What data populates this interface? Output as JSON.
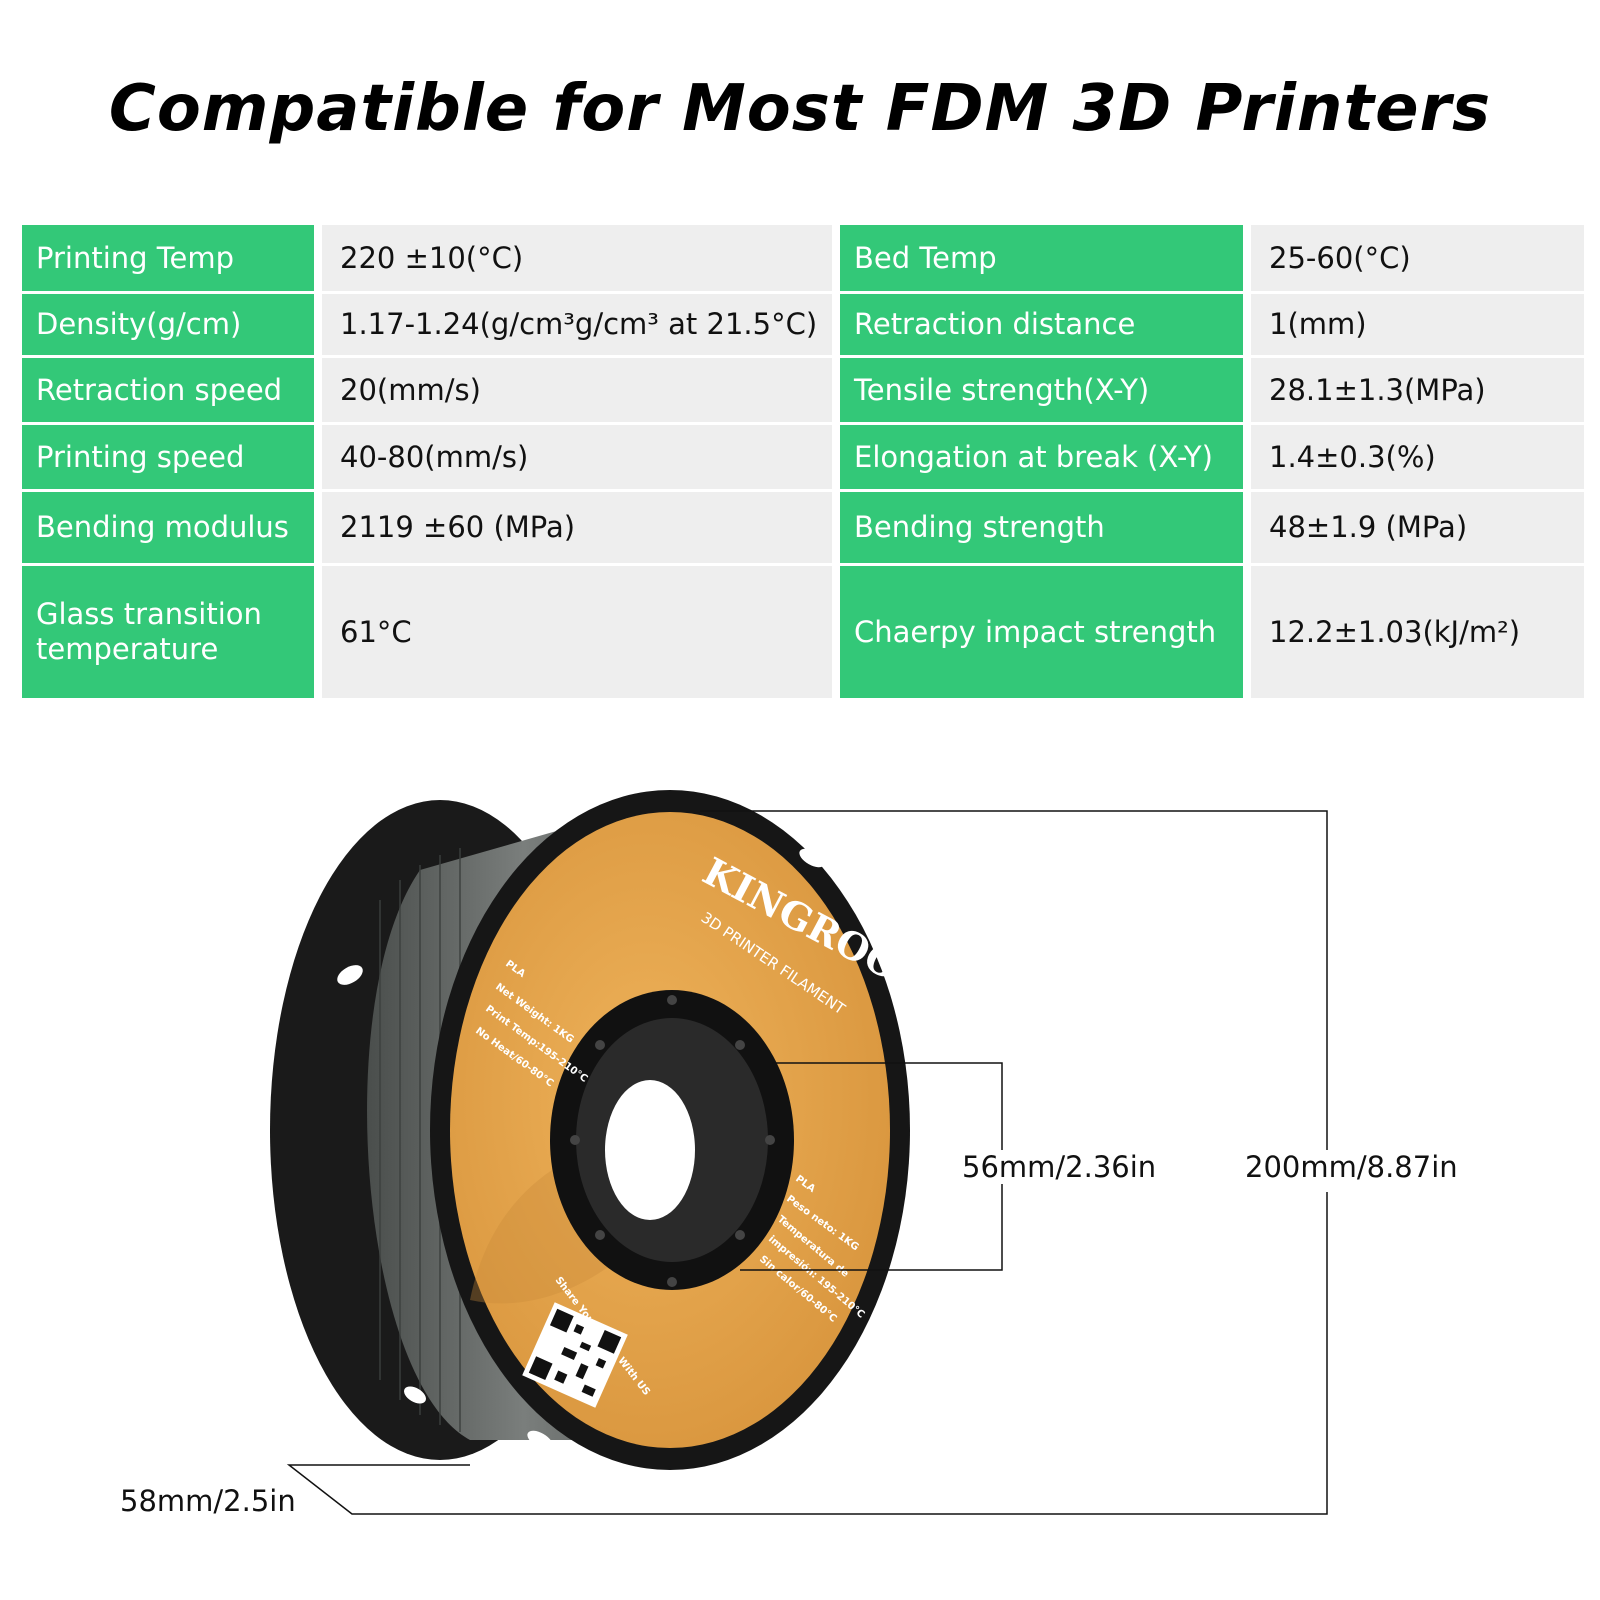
{
  "title": "Compatible for Most FDM 3D Printers",
  "specs": [
    {
      "label": "Printing Temp",
      "value": "220 ±10(°C)",
      "label2": "Bed Temp",
      "value2": "25-60(°C)"
    },
    {
      "label": "Density(g/cm)",
      "value": "1.17-1.24(g/cm³g/cm³ at 21.5°C)",
      "label2": "Retraction distance",
      "value2": "1(mm)"
    },
    {
      "label": "Retraction speed",
      "value": "20(mm/s)",
      "label2": "Tensile strength(X-Y)",
      "value2": "28.1±1.3(MPa)"
    },
    {
      "label": "Printing speed",
      "value": "40-80(mm/s)",
      "label2": "Elongation at break (X-Y)",
      "value2": "1.4±0.3(%)"
    },
    {
      "label": "Bending modulus",
      "value": "2119 ±60 (MPa)",
      "label2": "Bending strength",
      "value2": "48±1.9 (MPa)"
    },
    {
      "label": "Glass transition temperature",
      "value": "61°C",
      "label2": "Chaerpy impact strength",
      "value2": "12.2±1.03(kJ/m²)"
    }
  ],
  "spool": {
    "brand": "KINGROON",
    "subtitle": "3D PRINTER FILAMENT",
    "label_lines_en": [
      "PLA",
      "Net Weight: 1KG",
      "Print Temp:195-210°C",
      "No Heat/60-80°C"
    ],
    "label_lines_es": [
      "PLA",
      "Peso neto: 1KG",
      "Temperatura de",
      "impresión: 195-210°C",
      "Sin calor/60-80°C"
    ],
    "share_text": "Share Your Prints With US",
    "colors": {
      "flange": "#1c1c1c",
      "label": "#e3a24a",
      "filament": "#6a6e6c"
    }
  },
  "dimensions": {
    "inner": "56mm/2.36in",
    "outer": "200mm/8.87in",
    "width": "58mm/2.5in"
  }
}
